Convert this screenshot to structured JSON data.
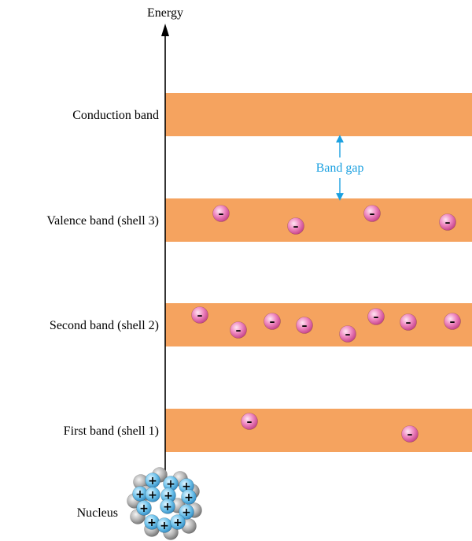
{
  "axis": {
    "label": "Energy"
  },
  "bands": [
    {
      "label": "Conduction band",
      "electrons": 0
    },
    {
      "label": "Valence band (shell 3)",
      "electrons": 4
    },
    {
      "label": "Second band (shell 2)",
      "electrons": 8
    },
    {
      "label": "First band (shell 1)",
      "electrons": 2
    }
  ],
  "band_gap": {
    "label": "Band gap"
  },
  "nucleus": {
    "label": "Nucleus"
  },
  "glyphs": {
    "electron": "–",
    "proton": "+"
  },
  "colors": {
    "band": "#f5a35f",
    "gap_arrow": "#1aa0e0",
    "electron": "#e86fb0",
    "proton": "#5bb7e6",
    "neutron": "#a9a9a9",
    "axis": "#000000"
  }
}
